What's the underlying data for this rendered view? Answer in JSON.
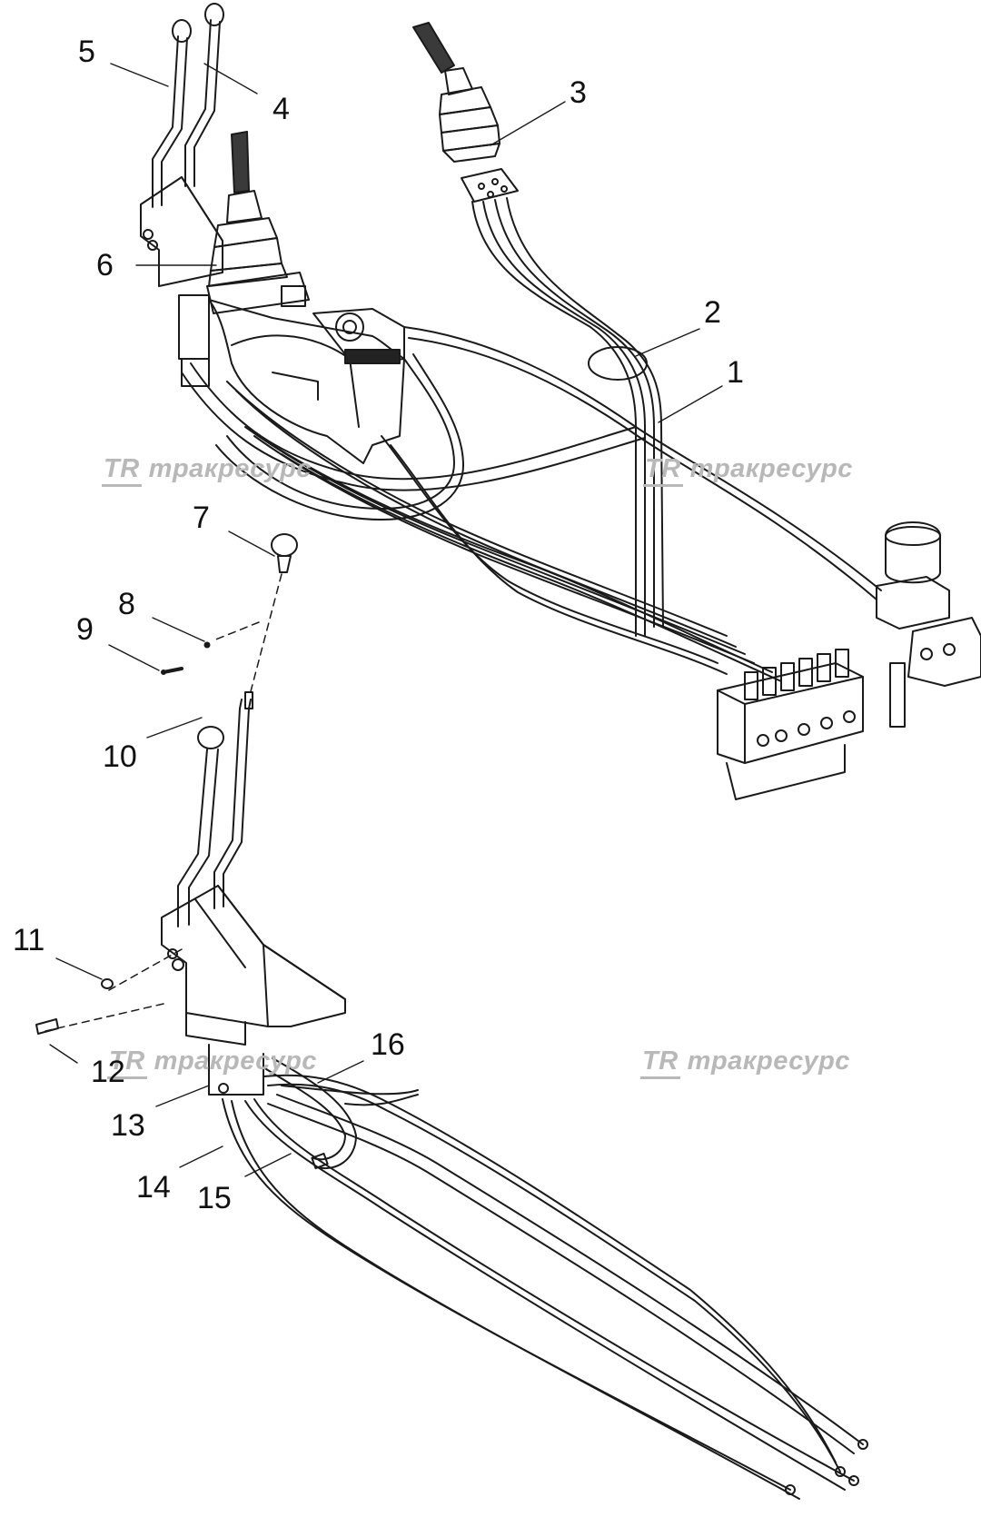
{
  "callouts": {
    "c1": "1",
    "c2": "2",
    "c3": "3",
    "c4": "4",
    "c5": "5",
    "c6": "6",
    "c7": "7",
    "c8": "8",
    "c9": "9",
    "c10": "10",
    "c11": "11",
    "c12": "12",
    "c13": "13",
    "c14": "14",
    "c15": "15",
    "c16": "16"
  },
  "watermark": {
    "logo": "TR",
    "text": "тракресурс"
  },
  "colors": {
    "line": "#1a1a1a",
    "watermark": "#b8b8b8",
    "background": "#ffffff"
  }
}
